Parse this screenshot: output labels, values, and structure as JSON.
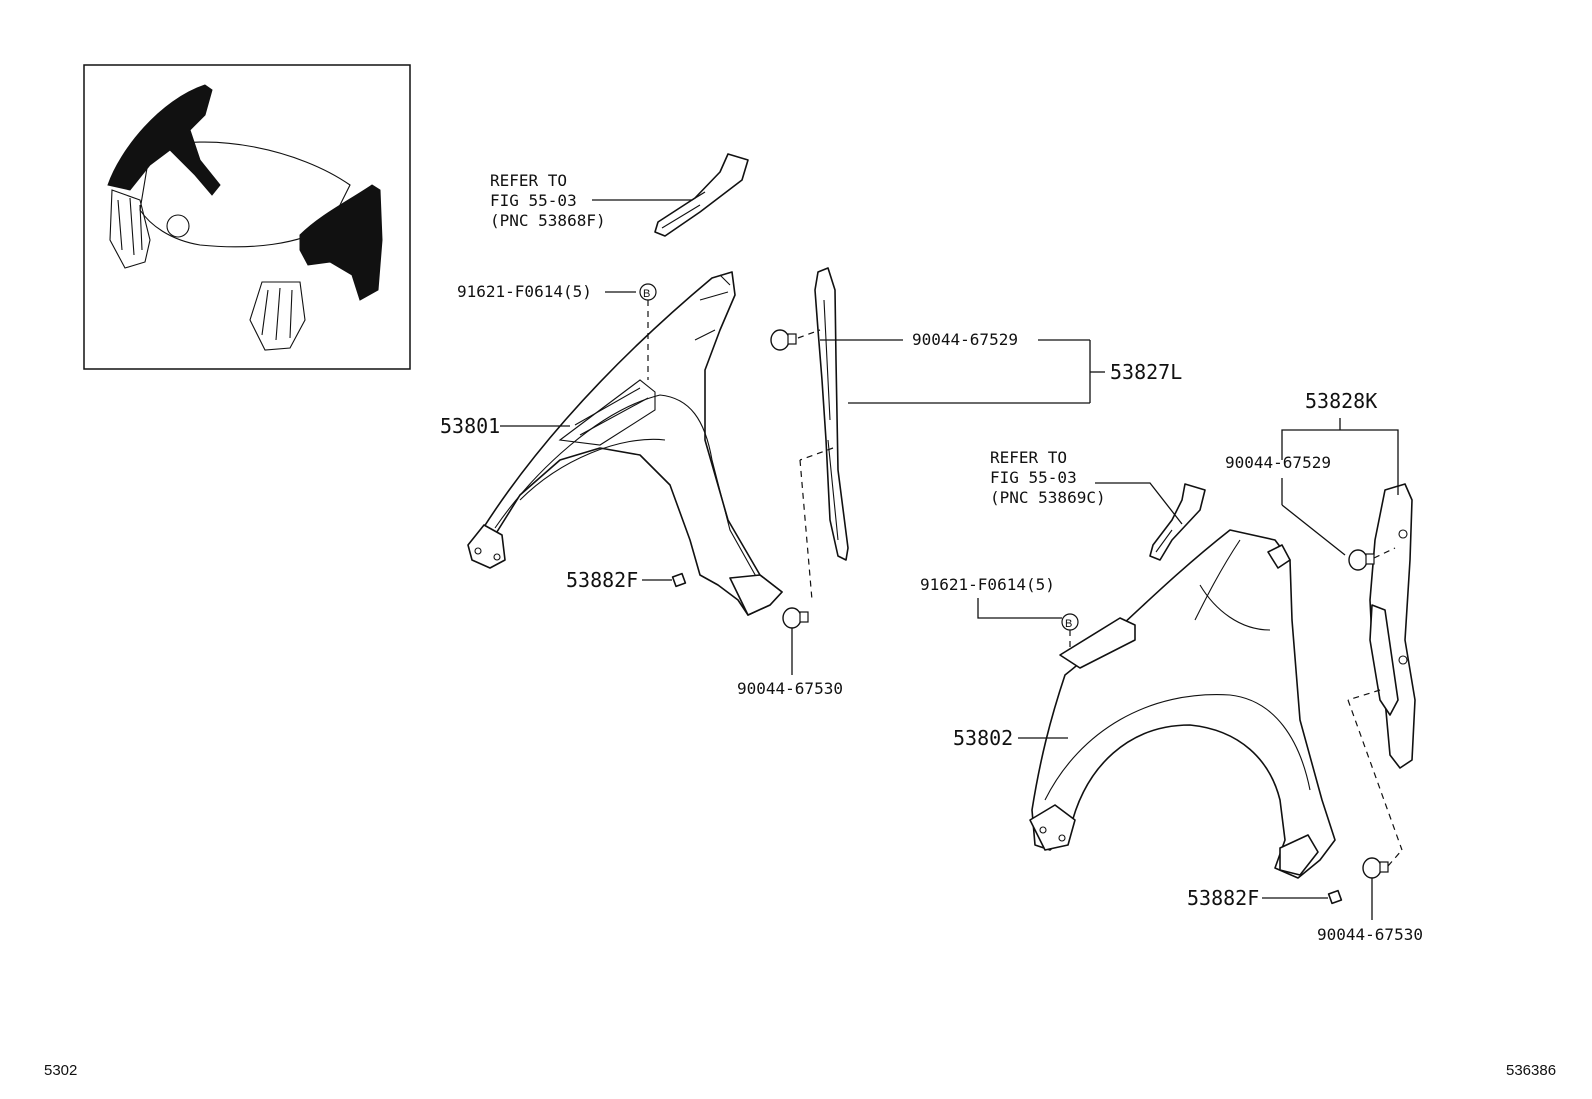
{
  "labels": {
    "refer_top_1": "REFER TO",
    "refer_top_2": "FIG 55-03",
    "refer_top_3": "(PNC 53868F)",
    "refer_mid_1": "REFER TO",
    "refer_mid_2": "FIG 55-03",
    "refer_mid_3": "(PNC 53869C)",
    "bolt_left": "91621-F0614(5)",
    "bolt_right": "91621-F0614(5)",
    "clip_upper_left": "90044-67529",
    "clip_upper_right": "90044-67529",
    "clip_lower_left": "90044-67530",
    "clip_lower_right": "90044-67530",
    "seal_left": "53827L",
    "seal_right": "53828K",
    "fender_left": "53801",
    "fender_right": "53802",
    "bracket_left": "53882F",
    "bracket_right": "53882F",
    "marker_b_1": "B",
    "marker_b_2": "B"
  },
  "footer": {
    "figure_number": "5302",
    "image_number": "536386"
  }
}
